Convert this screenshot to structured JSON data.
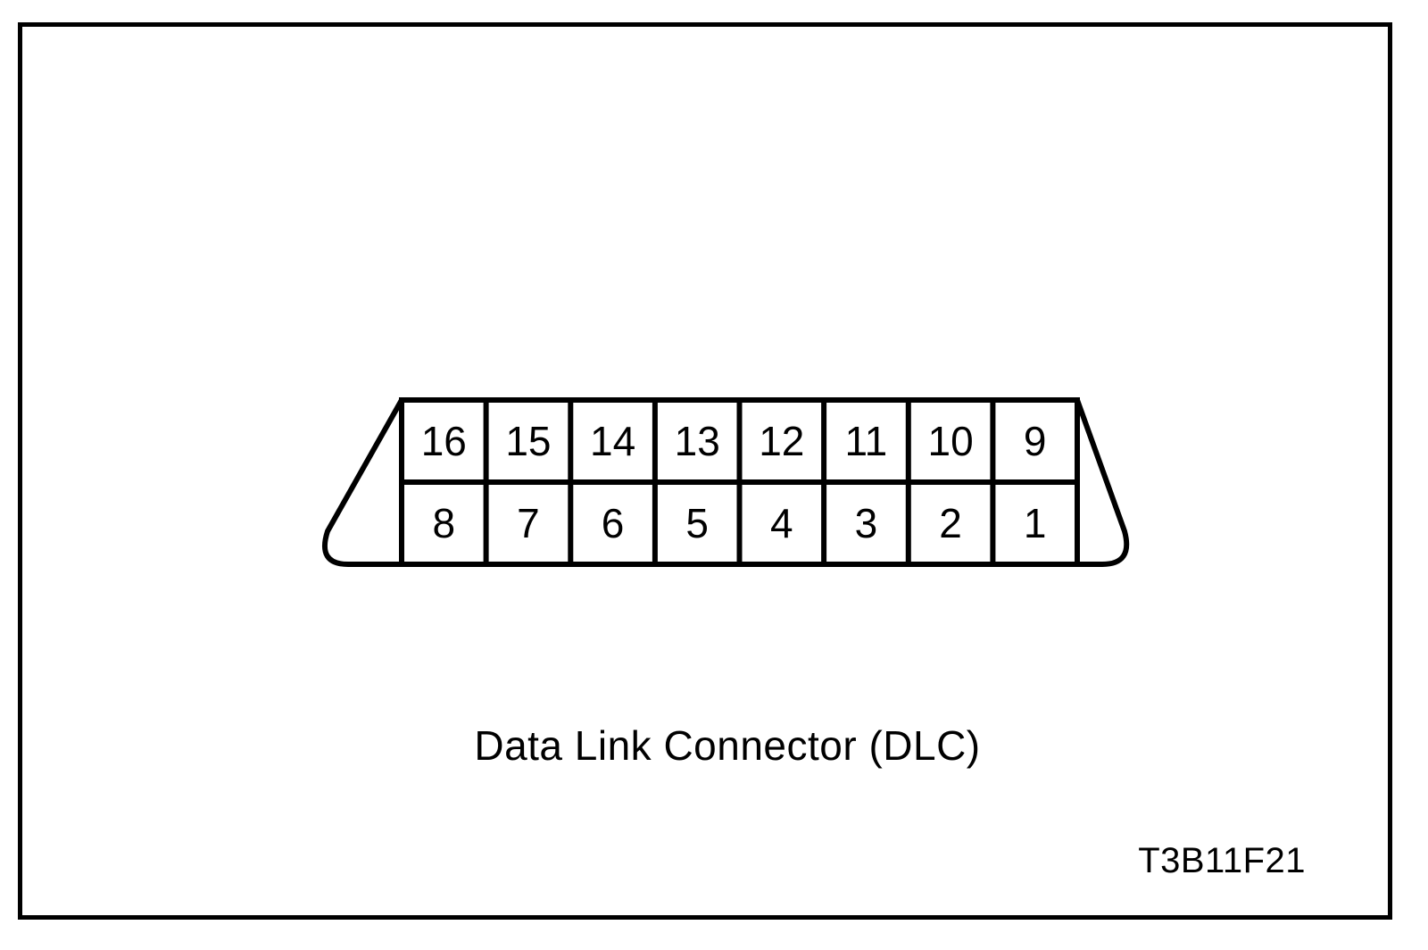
{
  "figure": {
    "caption": "Data Link Connector (DLC)",
    "reference_code": "T3B11F21",
    "line_color": "#000000",
    "background_color": "#ffffff"
  },
  "connector": {
    "name": "Data Link Connector (DLC)",
    "type": "16-pin trapezoidal connector",
    "pin_count": 16,
    "rows": [
      {
        "row_name": "upper-row",
        "pins": [
          "16",
          "15",
          "14",
          "13",
          "12",
          "11",
          "10",
          "9"
        ]
      },
      {
        "row_name": "lower-row",
        "pins": [
          "8",
          "7",
          "6",
          "5",
          "4",
          "3",
          "2",
          "1"
        ]
      }
    ]
  }
}
